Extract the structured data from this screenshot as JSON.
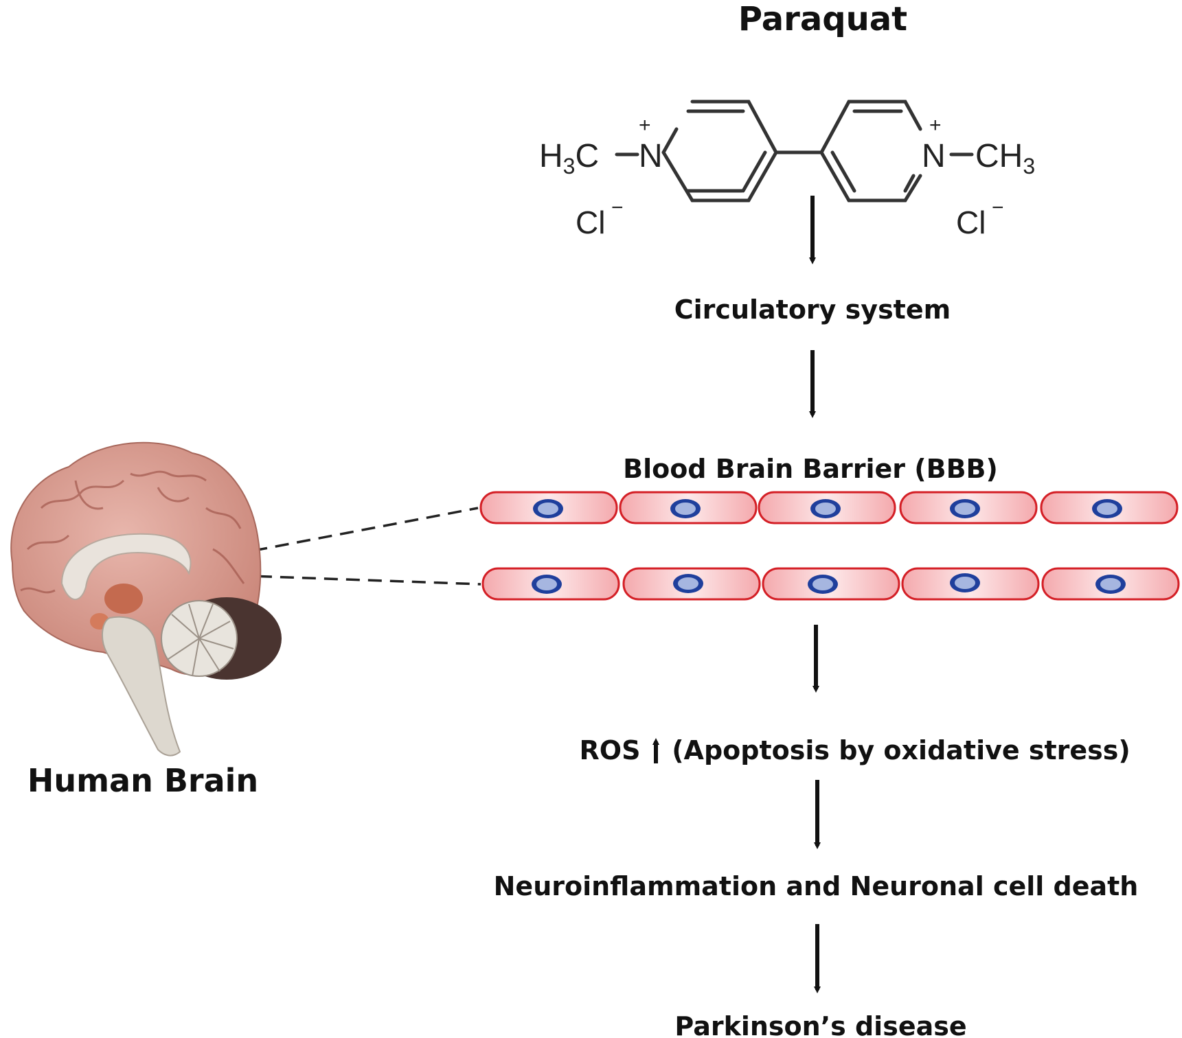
{
  "title": "Paraquat",
  "molecule": {
    "left_methyl": "H3C",
    "right_methyl": "CH3",
    "nitrogen": "N",
    "charge": "+",
    "counterion": "Cl",
    "counterion_charge": "−"
  },
  "steps": [
    "Circulatory system",
    "Blood Brain Barrier (BBB)",
    "ROS",
    "(Apoptosis by oxidative stress)",
    "Neuroinflammation and Neuronal cell death",
    "Parkinson’s disease"
  ],
  "brain_label": "Human Brain",
  "colors": {
    "cell_stroke": "#d41f26",
    "cell_fill": "#f6b3b6",
    "nucleus": "#1f3f9c",
    "brain": "#d59c92"
  }
}
